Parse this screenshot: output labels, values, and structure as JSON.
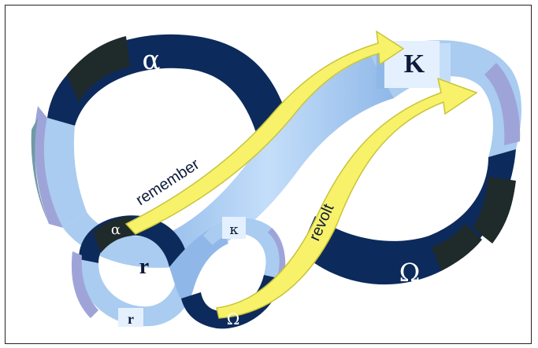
{
  "labels": {
    "big_alpha": "α",
    "big_kappa": "K",
    "big_omega": "Ω",
    "small_alpha": "α",
    "small_kappa": "κ",
    "small_gamma": "r",
    "small_gamma_bottom": "r",
    "small_omega": "Ω",
    "remember": "remember",
    "revolt": "revolt"
  },
  "colors": {
    "navy": "#0d2a5c",
    "dark": "#1f2a2a",
    "light_blue": "#a9ccf0",
    "pale_blue": "#d6e8fb",
    "lavender": "#9fa4d8",
    "teal": "#6f9aa6",
    "yellow": "#f7f26a",
    "yellow_edge": "#c9c43a"
  }
}
